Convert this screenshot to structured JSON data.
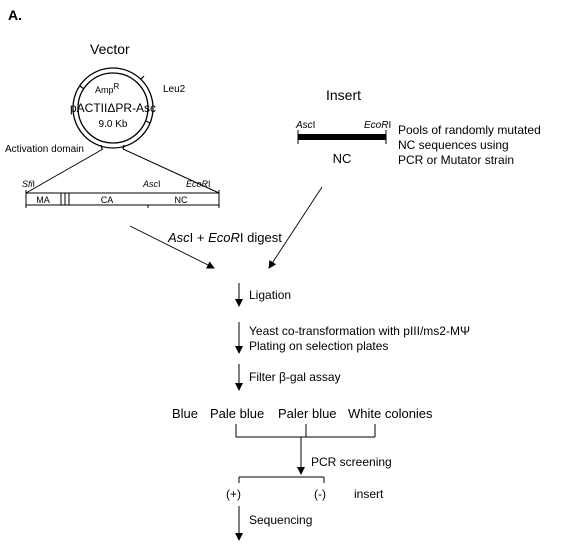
{
  "panel_label": "A.",
  "vector": {
    "title": "Vector",
    "plasmid_name": "pACTIIΔPR-Asc",
    "size": "9.0 Kb",
    "amp": "Amp",
    "amp_sup": "R",
    "leu": "Leu2",
    "activation": "Activation domain",
    "sites": {
      "sfi": "Sfi",
      "sfi_suffix": "I",
      "asc": "Asc",
      "asc_suffix": "I",
      "eco": "EcoR",
      "eco_suffix": "I"
    },
    "segments": {
      "ma": "MA",
      "ca": "CA",
      "nc": "NC"
    }
  },
  "insert": {
    "title": "Insert",
    "asc": "Asc",
    "asc_suffix": "I",
    "eco": "EcoR",
    "eco_suffix": "I",
    "nc": "NC",
    "pools": [
      "Pools of randomly mutated",
      "NC sequences using",
      "PCR or Mutator strain"
    ]
  },
  "digest": {
    "asc": "Asc",
    "mid": "I + ",
    "eco": "EcoR",
    "tail": "I digest"
  },
  "steps": {
    "ligation": "Ligation",
    "cotransform_pre": "Yeast co-transformation with pIII/ms2-M",
    "cotransform_psi": "Ψ",
    "plating": "Plating on selection plates",
    "filter_pre": "Filter ",
    "filter_beta": "β",
    "filter_post": "-gal assay",
    "colonies": [
      "Blue",
      "Pale blue",
      "Paler blue",
      "White colonies"
    ],
    "pcr": "PCR screening",
    "plus": "(+)",
    "minus": "(-)",
    "insert_label": "insert",
    "sequencing": "Sequencing"
  }
}
